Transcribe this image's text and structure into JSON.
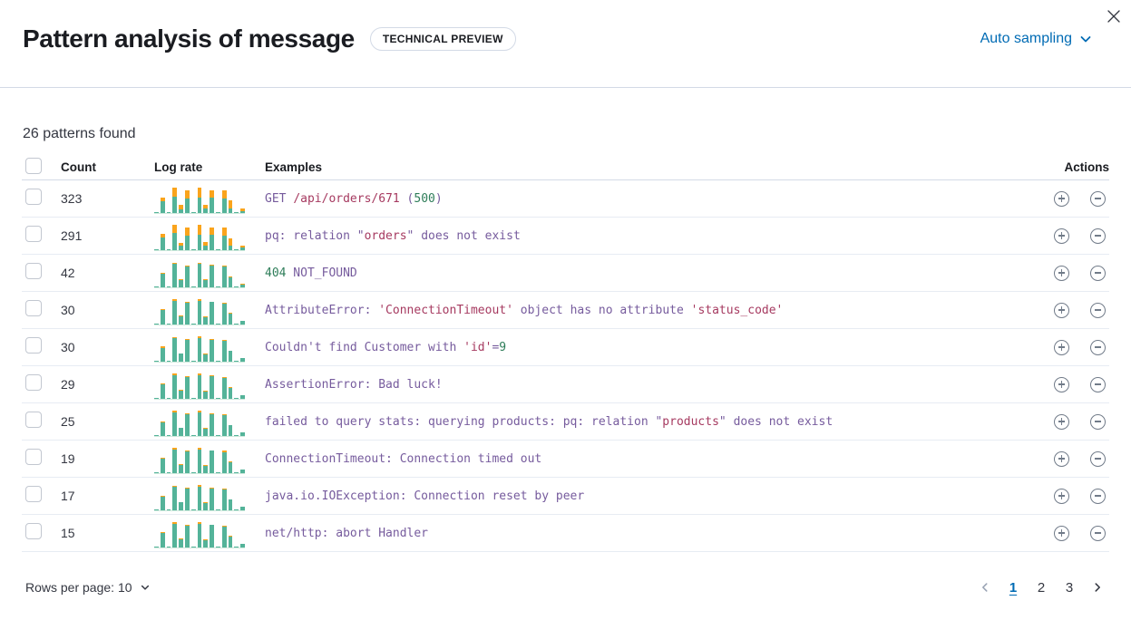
{
  "header": {
    "title": "Pattern analysis of message",
    "badge": "TECHNICAL PREVIEW",
    "sampling_label": "Auto sampling"
  },
  "summary": "26 patterns found",
  "icons": {
    "close-icon": "✕",
    "chevron-down-icon": "⌄",
    "filter-in-icon": "⊕",
    "filter-out-icon": "⊖",
    "prev-page-icon": "‹",
    "next-page-icon": "›"
  },
  "colors": {
    "purple": "#765b9d",
    "red": "#a63a60",
    "green": "#2e7d59",
    "teal": "#54b399",
    "orange": "#faa41c",
    "blue": "#006bb4"
  },
  "table": {
    "columns": {
      "count": "Count",
      "log_rate": "Log rate",
      "examples": "Examples",
      "actions": "Actions"
    },
    "rows": [
      {
        "count": "323",
        "bars": [
          [
            3,
            0
          ],
          [
            45,
            13
          ],
          [
            3,
            0
          ],
          [
            60,
            34
          ],
          [
            15,
            14
          ],
          [
            52,
            30
          ],
          [
            4,
            0
          ],
          [
            57,
            36
          ],
          [
            17,
            13
          ],
          [
            57,
            27
          ],
          [
            3,
            0
          ],
          [
            52,
            30
          ],
          [
            16,
            30
          ],
          [
            3,
            0
          ],
          [
            8,
            9
          ]
        ],
        "segments": [
          [
            "GET ",
            "purple"
          ],
          [
            "/api/orders/671",
            "red"
          ],
          [
            " (",
            "purple"
          ],
          [
            "500",
            "green"
          ],
          [
            ")",
            "purple"
          ]
        ]
      },
      {
        "count": "291",
        "bars": [
          [
            3,
            0
          ],
          [
            47,
            12
          ],
          [
            3,
            0
          ],
          [
            62,
            32
          ],
          [
            16,
            12
          ],
          [
            54,
            28
          ],
          [
            4,
            0
          ],
          [
            58,
            34
          ],
          [
            18,
            12
          ],
          [
            58,
            24
          ],
          [
            3,
            0
          ],
          [
            54,
            28
          ],
          [
            18,
            26
          ],
          [
            3,
            0
          ],
          [
            9,
            8
          ]
        ],
        "segments": [
          [
            "pq: relation \"",
            "purple"
          ],
          [
            "orders",
            "red"
          ],
          [
            "\" does not exist",
            "purple"
          ]
        ]
      },
      {
        "count": "42",
        "bars": [
          [
            4,
            0
          ],
          [
            50,
            4
          ],
          [
            4,
            0
          ],
          [
            86,
            4
          ],
          [
            28,
            2
          ],
          [
            78,
            3
          ],
          [
            5,
            0
          ],
          [
            86,
            5
          ],
          [
            27,
            2
          ],
          [
            80,
            4
          ],
          [
            4,
            0
          ],
          [
            76,
            3
          ],
          [
            38,
            2
          ],
          [
            4,
            0
          ],
          [
            11,
            3
          ]
        ],
        "segments": [
          [
            "404",
            "green"
          ],
          [
            " NOT_FOUND",
            "purple"
          ]
        ]
      },
      {
        "count": "30",
        "bars": [
          [
            4,
            0
          ],
          [
            52,
            4
          ],
          [
            4,
            0
          ],
          [
            88,
            4
          ],
          [
            30,
            2
          ],
          [
            80,
            3
          ],
          [
            5,
            0
          ],
          [
            88,
            5
          ],
          [
            28,
            2
          ],
          [
            82,
            3
          ],
          [
            4,
            0
          ],
          [
            78,
            3
          ],
          [
            40,
            2
          ],
          [
            4,
            0
          ],
          [
            12,
            3
          ]
        ],
        "segments": [
          [
            "AttributeError: ",
            "purple"
          ],
          [
            "'ConnectionTimeout'",
            "red"
          ],
          [
            " object has no attribute ",
            "purple"
          ],
          [
            "'status_code'",
            "red"
          ]
        ]
      },
      {
        "count": "30",
        "bars": [
          [
            4,
            0
          ],
          [
            51,
            5
          ],
          [
            4,
            0
          ],
          [
            87,
            4
          ],
          [
            29,
            2
          ],
          [
            79,
            4
          ],
          [
            5,
            0
          ],
          [
            87,
            5
          ],
          [
            28,
            2
          ],
          [
            81,
            3
          ],
          [
            4,
            0
          ],
          [
            77,
            4
          ],
          [
            39,
            2
          ],
          [
            4,
            0
          ],
          [
            12,
            3
          ]
        ],
        "segments": [
          [
            "Couldn't find Customer with ",
            "purple"
          ],
          [
            "'id'",
            "red"
          ],
          [
            "=",
            "purple"
          ],
          [
            "9",
            "green"
          ]
        ]
      },
      {
        "count": "29",
        "bars": [
          [
            4,
            0
          ],
          [
            52,
            4
          ],
          [
            4,
            0
          ],
          [
            88,
            5
          ],
          [
            30,
            2
          ],
          [
            80,
            4
          ],
          [
            5,
            0
          ],
          [
            88,
            5
          ],
          [
            28,
            2
          ],
          [
            82,
            4
          ],
          [
            4,
            0
          ],
          [
            78,
            3
          ],
          [
            40,
            2
          ],
          [
            4,
            0
          ],
          [
            12,
            3
          ]
        ],
        "segments": [
          [
            "AssertionError: Bad luck!",
            "purple"
          ]
        ]
      },
      {
        "count": "25",
        "bars": [
          [
            4,
            0
          ],
          [
            51,
            4
          ],
          [
            4,
            0
          ],
          [
            87,
            5
          ],
          [
            29,
            2
          ],
          [
            80,
            3
          ],
          [
            5,
            0
          ],
          [
            87,
            5
          ],
          [
            28,
            2
          ],
          [
            81,
            4
          ],
          [
            4,
            0
          ],
          [
            77,
            3
          ],
          [
            39,
            2
          ],
          [
            4,
            0
          ],
          [
            12,
            3
          ]
        ],
        "segments": [
          [
            "failed to query stats: querying products: pq: relation \"",
            "purple"
          ],
          [
            "products",
            "red"
          ],
          [
            "\" does not exist",
            "purple"
          ]
        ]
      },
      {
        "count": "19",
        "bars": [
          [
            4,
            0
          ],
          [
            52,
            5
          ],
          [
            4,
            0
          ],
          [
            88,
            4
          ],
          [
            30,
            2
          ],
          [
            80,
            4
          ],
          [
            5,
            0
          ],
          [
            88,
            5
          ],
          [
            28,
            2
          ],
          [
            82,
            3
          ],
          [
            4,
            0
          ],
          [
            78,
            4
          ],
          [
            40,
            2
          ],
          [
            4,
            0
          ],
          [
            12,
            3
          ]
        ],
        "segments": [
          [
            "ConnectionTimeout: Connection timed out",
            "purple"
          ]
        ]
      },
      {
        "count": "17",
        "bars": [
          [
            4,
            0
          ],
          [
            51,
            4
          ],
          [
            4,
            0
          ],
          [
            87,
            4
          ],
          [
            29,
            2
          ],
          [
            79,
            3
          ],
          [
            5,
            0
          ],
          [
            87,
            5
          ],
          [
            28,
            2
          ],
          [
            81,
            3
          ],
          [
            4,
            0
          ],
          [
            77,
            3
          ],
          [
            39,
            2
          ],
          [
            4,
            0
          ],
          [
            12,
            3
          ]
        ],
        "segments": [
          [
            "java.io.IOException: Connection reset by peer",
            "purple"
          ]
        ]
      },
      {
        "count": "15",
        "bars": [
          [
            4,
            0
          ],
          [
            52,
            5
          ],
          [
            4,
            0
          ],
          [
            88,
            4
          ],
          [
            30,
            2
          ],
          [
            80,
            3
          ],
          [
            5,
            0
          ],
          [
            88,
            5
          ],
          [
            28,
            2
          ],
          [
            82,
            3
          ],
          [
            4,
            0
          ],
          [
            78,
            3
          ],
          [
            40,
            2
          ],
          [
            4,
            0
          ],
          [
            12,
            3
          ]
        ],
        "segments": [
          [
            "net/http: abort Handler",
            "purple"
          ]
        ]
      }
    ]
  },
  "footer": {
    "rows_per_page_label": "Rows per page: 10",
    "pages": [
      "1",
      "2",
      "3"
    ],
    "active_page": "1"
  }
}
